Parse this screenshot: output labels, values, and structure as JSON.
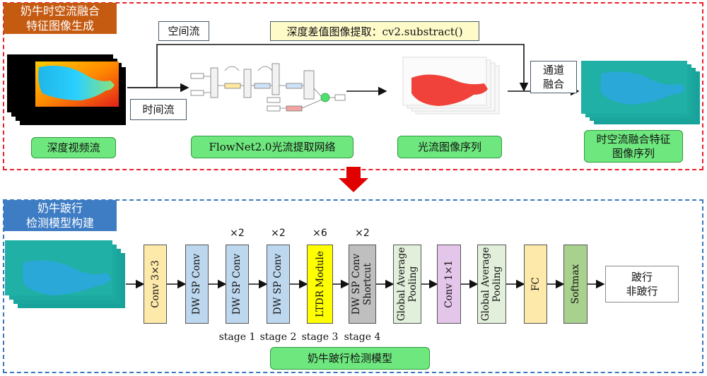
{
  "top_section": {
    "title": "奶牛时空流融合\n特征图像生成",
    "title_color": "#c55a11",
    "labels": {
      "spatial_flow": "空间流",
      "temporal_flow": "时间流",
      "depth_diff": "深度差值图像提取：cv2.substract()",
      "channel_fusion": "通道\n融合",
      "depth_video": "深度视频流",
      "flownet": "FlowNet2.0光流提取网络",
      "optical_seq": "光流图像序列",
      "fusion_seq": "时空流融合特征\n图像序列"
    }
  },
  "bottom_section": {
    "title": "奶牛跛行\n检测模型构建",
    "title_color": "#3e7cc4",
    "blocks": [
      {
        "label": "Conv 3×3",
        "mult": "",
        "stage": "",
        "color": "#fde9a9"
      },
      {
        "label": "DW SP Conv",
        "mult": "",
        "stage": "",
        "color": "#bdd7ee"
      },
      {
        "label": "DW SP Conv",
        "mult": "×2",
        "stage": "stage 1",
        "color": "#bdd7ee"
      },
      {
        "label": "DW SP Conv",
        "mult": "×2",
        "stage": "stage 2",
        "color": "#bdd7ee"
      },
      {
        "label": "LTDR Module",
        "mult": "×6",
        "stage": "stage 3",
        "color": "#ffff00"
      },
      {
        "label": "DW SP Conv\nShortcut",
        "mult": "×2",
        "stage": "stage 4",
        "color": "#bfbfbf"
      },
      {
        "label": "Global Average\nPooling",
        "mult": "",
        "stage": "",
        "color": "#e2efda"
      },
      {
        "label": "Conv 1×1",
        "mult": "",
        "stage": "",
        "color": "#e4c6ea"
      },
      {
        "label": "Global Average\nPooling",
        "mult": "",
        "stage": "",
        "color": "#e2efda"
      },
      {
        "label": "FC",
        "mult": "",
        "stage": "",
        "color": "#fde9a9"
      },
      {
        "label": "Softmax",
        "mult": "",
        "stage": "",
        "color": "#a9d18e"
      }
    ],
    "output": "跛行\n非跛行",
    "model_label": "奶牛跛行检测模型"
  }
}
